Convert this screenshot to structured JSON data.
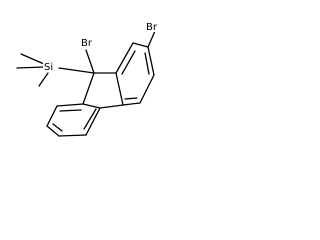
{
  "molecule": {
    "atoms": {
      "br_top": "Br",
      "br_ring": "Br",
      "si": "Si"
    }
  },
  "colors": {
    "bond": "#000000",
    "background": "#ffffff"
  }
}
